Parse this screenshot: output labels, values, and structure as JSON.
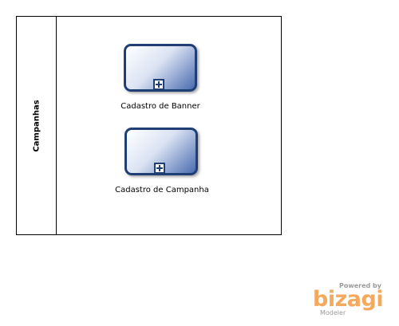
{
  "pool": {
    "label": "Campanhas"
  },
  "tasks": [
    {
      "label": "Cadastro de Banner"
    },
    {
      "label": "Cadastro de Campanha"
    }
  ],
  "watermark": {
    "powered_by": "Powered by",
    "brand": "bizagi",
    "product": "Modeler"
  },
  "colors": {
    "task_border": "#1f3f74",
    "task_fill_dark": "#4a6cb0",
    "brand": "#f4a95c"
  },
  "icons": {
    "subprocess_marker": "plus-icon"
  }
}
